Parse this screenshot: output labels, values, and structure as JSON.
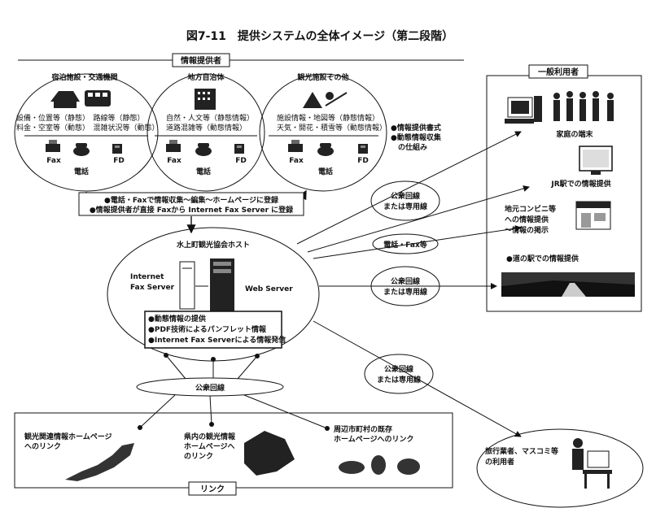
{
  "title": "図7-11　提供システムの全体イメージ（第二段階）",
  "providers_label": "情報提供者",
  "provider_groups": [
    {
      "name": "宿泊施設・交通機関",
      "lines": [
        "設備・位置等（静態）　路線等（静態）",
        "料金・空室等（動態）　混雑状況等（動態）"
      ]
    },
    {
      "name": "地方自治体",
      "lines": [
        "自然・人文等（静態情報）",
        "道路混雑等（動態情報）"
      ]
    },
    {
      "name": "観光施設その他",
      "lines": [
        "施設情報・地図等（静態情報）",
        "天気・開花・積雪等（動態情報）"
      ]
    }
  ],
  "device_labels": {
    "fax": "Fax",
    "phone": "電話",
    "fd": "FD"
  },
  "provider_notes": [
    "●情報提供書式",
    "●動態情報収集",
    "　の仕組み"
  ],
  "collection_notes": [
    "●電話・Faxで情報収集～編集～ホームページに登録",
    "●情報提供者が直接 Faxから Internet Fax Server に登録"
  ],
  "host": {
    "label": "水上町観光協会ホスト",
    "fax_server": [
      "Internet",
      "Fax Server"
    ],
    "web_server": "Web Server",
    "services": [
      "●動態情報の提供",
      "●PDF技術によるパンフレット情報",
      "●Internet Fax Serverによる情報発信"
    ]
  },
  "channels": {
    "public_or_dedicated": [
      "公衆回線",
      "または専用線"
    ],
    "phone_fax": "電話・Fax等",
    "public_line": "公衆回線"
  },
  "general_users": {
    "label": "一般利用者",
    "items": [
      "家庭の端末",
      "JR駅での情報提供",
      "地元コンビニ等",
      "への情報提供",
      "～情報の掲示",
      "●道の駅での情報提供"
    ]
  },
  "business_users": [
    "旅行業者、マスコミ等",
    "の利用者"
  ],
  "links": {
    "label": "リンク",
    "items": [
      [
        "観光関連情報ホームページ",
        "へのリンク"
      ],
      [
        "県内の観光情報",
        "ホームページへ",
        "のリンク"
      ],
      [
        "周辺市町村の既存",
        "ホームページへのリンク"
      ]
    ]
  }
}
